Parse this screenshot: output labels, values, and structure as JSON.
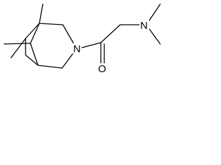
{
  "molecule": {
    "atoms": {
      "ring_nitrogen": "N",
      "amine_nitrogen": "N",
      "carbonyl_oxygen": "O"
    }
  }
}
